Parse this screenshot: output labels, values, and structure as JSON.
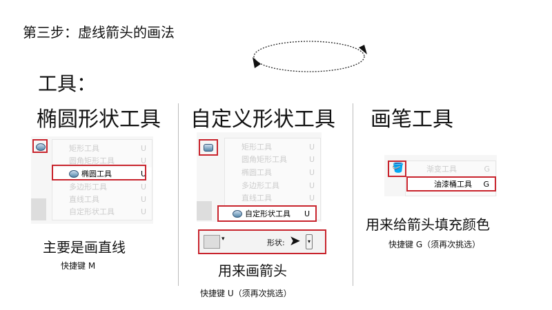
{
  "title": "第三步：虚线箭头的画法",
  "tools_label": "工具：",
  "columns": [
    {
      "heading": "椭圆形状工具",
      "menu": [
        {
          "label": "矩形工具",
          "key": "U"
        },
        {
          "label": "圆角矩形工具",
          "key": "U"
        },
        {
          "label": "椭圆工具",
          "key": "U"
        },
        {
          "label": "多边形工具",
          "key": "U"
        },
        {
          "label": "直线工具",
          "key": "U"
        },
        {
          "label": "自定形状工具",
          "key": "U"
        }
      ],
      "caption": "主要是画直线",
      "shortcut": "快捷键 M"
    },
    {
      "heading": "自定义形状工具",
      "menu": [
        {
          "label": "矩形工具",
          "key": "U"
        },
        {
          "label": "圆角矩形工具",
          "key": "U"
        },
        {
          "label": "椭圆工具",
          "key": "U"
        },
        {
          "label": "多边形工具",
          "key": "U"
        },
        {
          "label": "直线工具",
          "key": "U"
        },
        {
          "label": "自定形状工具",
          "key": "U"
        }
      ],
      "toolbar_shape_label": "形状:",
      "caption": "用来画箭头",
      "shortcut": "快捷键 U（须再次挑选）"
    },
    {
      "heading": "画笔工具",
      "menu": [
        {
          "label": "渐变工具",
          "key": "G"
        },
        {
          "label": "油漆桶工具",
          "key": "G"
        }
      ],
      "caption": "用来给箭头填充颜色",
      "shortcut": "快捷键 G（须再次挑选）"
    }
  ],
  "colors": {
    "highlight": "#c8232c"
  }
}
